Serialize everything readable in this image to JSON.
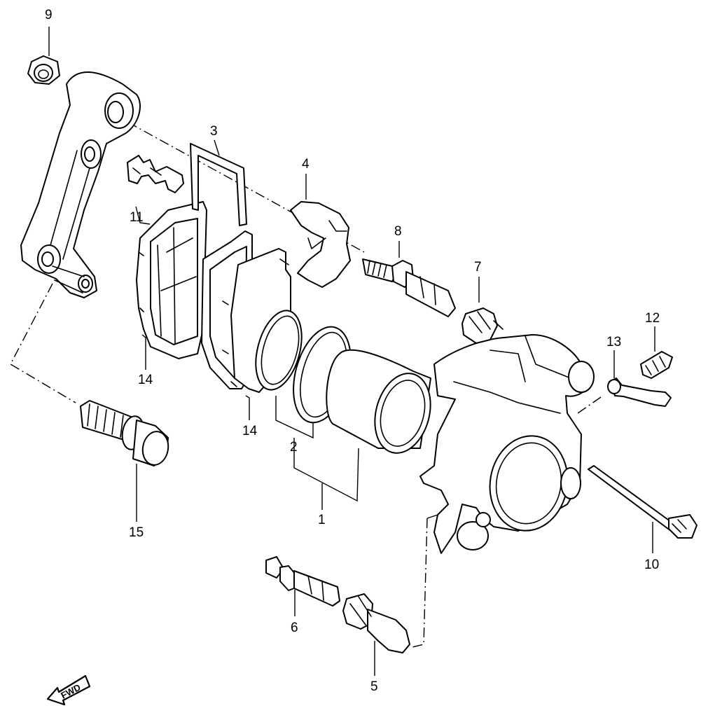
{
  "parts": [
    {
      "id": "p1",
      "label": "1"
    },
    {
      "id": "p2",
      "label": "2"
    },
    {
      "id": "p3",
      "label": "3"
    },
    {
      "id": "p4",
      "label": "4"
    },
    {
      "id": "p5",
      "label": "5"
    },
    {
      "id": "p6",
      "label": "6"
    },
    {
      "id": "p7",
      "label": "7"
    },
    {
      "id": "p8",
      "label": "8"
    },
    {
      "id": "p9",
      "label": "9"
    },
    {
      "id": "p10",
      "label": "10"
    },
    {
      "id": "p11",
      "label": "11"
    },
    {
      "id": "p12",
      "label": "12"
    },
    {
      "id": "p13",
      "label": "13"
    },
    {
      "id": "p14a",
      "label": "14"
    },
    {
      "id": "p14b",
      "label": "14"
    },
    {
      "id": "p15",
      "label": "15"
    }
  ],
  "direction_badge": {
    "text": "FWD"
  }
}
